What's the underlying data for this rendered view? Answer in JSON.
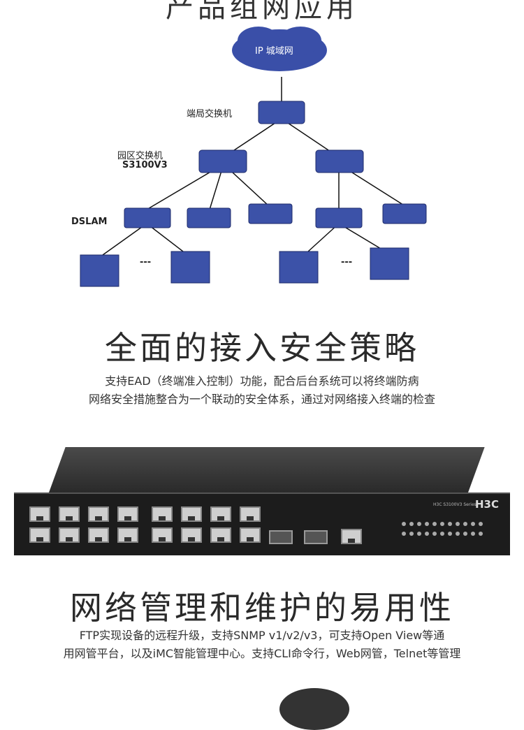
{
  "top_title": "产品组网应用",
  "diagram": {
    "cloud_label": "IP 城域网",
    "core_label": "端局交换机",
    "agg_label": "园区交换机",
    "agg_model": "S3100V3",
    "dslam_label": "DSLAM",
    "ellipsis": "---"
  },
  "section1": {
    "title": "全面的接入安全策略",
    "lines": [
      "支持EAD（终端准入控制）功能，配合后台系统可以将终端防病",
      "网络安全措施整合为一个联动的安全体系，通过对网络接入终端的检查"
    ]
  },
  "product": {
    "brand": "H3C",
    "series": "H3C S3100V3 Series"
  },
  "section2": {
    "title": "网络管理和维护的易用性",
    "lines": [
      "FTP实现设备的远程升级，支持SNMP v1/v2/v3，可支持Open View等通",
      "用网管平台，以及iMC智能管理中心。支持CLI命令行，Web网管，Telnet等管理"
    ]
  }
}
